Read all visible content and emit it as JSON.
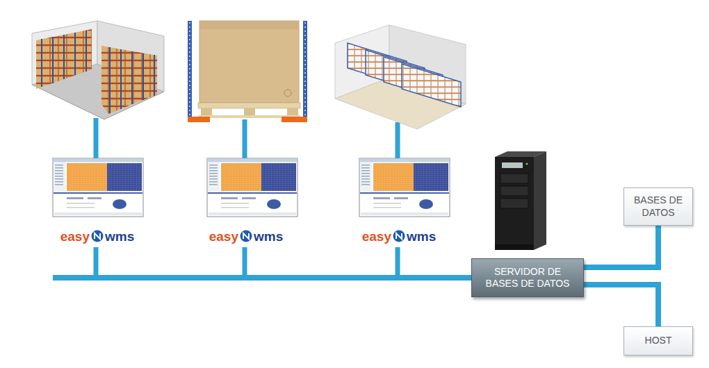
{
  "diagram": {
    "nodes": [
      {
        "text": [
          "BASES DE DATOS"
        ]
      },
      {
        "text": [
          "SERVIDOR DE BASES DE DATOS"
        ]
      },
      {
        "text": [
          "HOST"
        ]
      }
    ],
    "edges": [
      {
        "from": 1,
        "to": 0,
        "arrow": "none"
      },
      {
        "from": 1,
        "to": 2,
        "arrow": "none"
      }
    ],
    "labels": [
      "easy",
      "wms",
      "easy",
      "wms",
      "easy",
      "wms"
    ]
  }
}
